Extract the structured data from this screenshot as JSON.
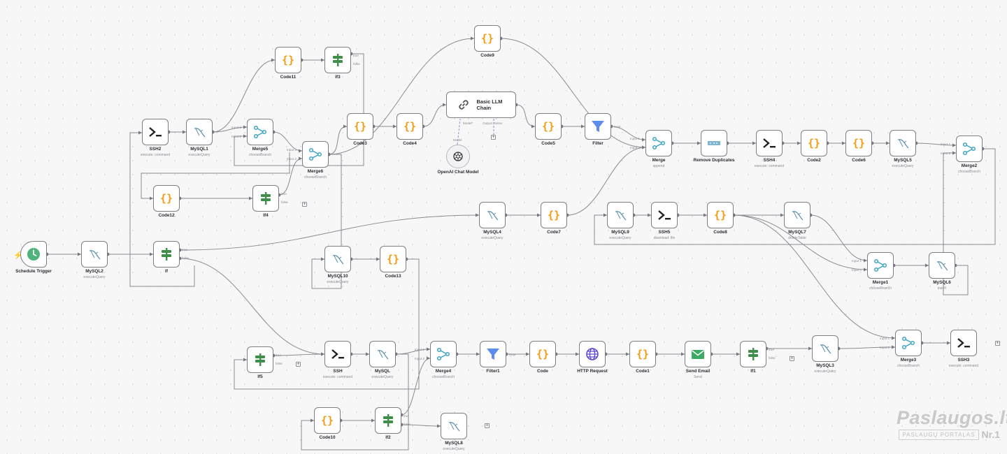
{
  "nodes": [
    {
      "id": "schedule",
      "label": "Schedule Trigger",
      "sub": "",
      "icon": "clock-icon"
    },
    {
      "id": "mysql2",
      "label": "MySQL2",
      "sub": "executeQuery",
      "icon": "mysql-dolphin-icon"
    },
    {
      "id": "if",
      "label": "If",
      "sub": "",
      "icon": "signpost-icon"
    },
    {
      "id": "ssh2",
      "label": "SSH2",
      "sub": "execute: command",
      "icon": "terminal-icon"
    },
    {
      "id": "mysql1",
      "label": "MySQL1",
      "sub": "executeQuery",
      "icon": "mysql-dolphin-icon"
    },
    {
      "id": "merge5",
      "label": "Merge5",
      "sub": "chooseBranch",
      "icon": "merge-icon"
    },
    {
      "id": "code11",
      "label": "Code11",
      "sub": "",
      "icon": "code-braces-icon"
    },
    {
      "id": "if3",
      "label": "If3",
      "sub": "",
      "icon": "signpost-icon"
    },
    {
      "id": "merge6",
      "label": "Merge6",
      "sub": "chooseBranch",
      "icon": "merge-icon"
    },
    {
      "id": "code12",
      "label": "Code12",
      "sub": "",
      "icon": "code-braces-icon"
    },
    {
      "id": "if4",
      "label": "If4",
      "sub": "",
      "icon": "signpost-icon"
    },
    {
      "id": "code3",
      "label": "Code3",
      "sub": "",
      "icon": "code-braces-icon"
    },
    {
      "id": "code4",
      "label": "Code4",
      "sub": "",
      "icon": "code-braces-icon"
    },
    {
      "id": "code9",
      "label": "Code9",
      "sub": "",
      "icon": "code-braces-icon"
    },
    {
      "id": "llm",
      "label": "Basic LLM Chain",
      "sub": "",
      "icon": "chain-link-icon"
    },
    {
      "id": "openai",
      "label": "OpenAI Chat Model",
      "sub": "",
      "icon": "openai-icon"
    },
    {
      "id": "code5",
      "label": "Code5",
      "sub": "",
      "icon": "code-braces-icon"
    },
    {
      "id": "filter",
      "label": "Filter",
      "sub": "",
      "icon": "funnel-icon"
    },
    {
      "id": "merge",
      "label": "Merge",
      "sub": "append",
      "icon": "merge-icon"
    },
    {
      "id": "removedup",
      "label": "Remove Duplicates",
      "sub": "",
      "icon": "remove-duplicates-icon"
    },
    {
      "id": "ssh4",
      "label": "SSH4",
      "sub": "execute: command",
      "icon": "terminal-icon"
    },
    {
      "id": "code2",
      "label": "Code2",
      "sub": "",
      "icon": "code-braces-icon"
    },
    {
      "id": "code6",
      "label": "Code6",
      "sub": "",
      "icon": "code-braces-icon"
    },
    {
      "id": "mysql5",
      "label": "MySQL5",
      "sub": "executeQuery",
      "icon": "mysql-dolphin-icon"
    },
    {
      "id": "merge2",
      "label": "Merge2",
      "sub": "chooseBranch",
      "icon": "merge-icon"
    },
    {
      "id": "mysql4",
      "label": "MySQL4",
      "sub": "executeQuery",
      "icon": "mysql-dolphin-icon"
    },
    {
      "id": "code7",
      "label": "Code7",
      "sub": "",
      "icon": "code-braces-icon"
    },
    {
      "id": "mysql9",
      "label": "MySQL9",
      "sub": "executeQuery",
      "icon": "mysql-dolphin-icon"
    },
    {
      "id": "ssh5",
      "label": "SSH5",
      "sub": "download: file",
      "icon": "terminal-icon"
    },
    {
      "id": "code8",
      "label": "Code8",
      "sub": "",
      "icon": "code-braces-icon"
    },
    {
      "id": "mysql7",
      "label": "MySQL7",
      "sub": "deleteTable",
      "icon": "mysql-dolphin-icon"
    },
    {
      "id": "merge1",
      "label": "Merge1",
      "sub": "chooseBranch",
      "icon": "merge-icon"
    },
    {
      "id": "mysql6",
      "label": "MySQL6",
      "sub": "insert",
      "icon": "mysql-dolphin-icon"
    },
    {
      "id": "mysql10",
      "label": "MySQL10",
      "sub": "executeQuery",
      "icon": "mysql-dolphin-icon"
    },
    {
      "id": "code13",
      "label": "Code13",
      "sub": "",
      "icon": "code-braces-icon"
    },
    {
      "id": "if5",
      "label": "If5",
      "sub": "",
      "icon": "signpost-icon"
    },
    {
      "id": "ssh",
      "label": "SSH",
      "sub": "execute: command",
      "icon": "terminal-icon"
    },
    {
      "id": "mysql",
      "label": "MySQL",
      "sub": "executeQuery",
      "icon": "mysql-dolphin-icon"
    },
    {
      "id": "merge4",
      "label": "Merge4",
      "sub": "chooseBranch",
      "icon": "merge-icon"
    },
    {
      "id": "filter1",
      "label": "Filter1",
      "sub": "",
      "icon": "funnel-icon"
    },
    {
      "id": "code",
      "label": "Code",
      "sub": "",
      "icon": "code-braces-icon"
    },
    {
      "id": "http",
      "label": "HTTP Request",
      "sub": "",
      "icon": "globe-icon"
    },
    {
      "id": "code1",
      "label": "Code1",
      "sub": "",
      "icon": "code-braces-icon"
    },
    {
      "id": "sendemail",
      "label": "Send Email",
      "sub": "Send",
      "icon": "envelope-icon"
    },
    {
      "id": "if1",
      "label": "If1",
      "sub": "",
      "icon": "signpost-icon"
    },
    {
      "id": "mysql3",
      "label": "MySQL3",
      "sub": "executeQuery",
      "icon": "mysql-dolphin-icon"
    },
    {
      "id": "merge3",
      "label": "Merge3",
      "sub": "chooseBranch",
      "icon": "merge-icon"
    },
    {
      "id": "ssh3",
      "label": "SSH3",
      "sub": "execute: command",
      "icon": "terminal-icon"
    },
    {
      "id": "code10",
      "label": "Code10",
      "sub": "",
      "icon": "code-braces-icon"
    },
    {
      "id": "if2",
      "label": "If2",
      "sub": "",
      "icon": "signpost-icon"
    },
    {
      "id": "mysql8",
      "label": "MySQL8",
      "sub": "executeQuery",
      "icon": "mysql-dolphin-icon"
    }
  ],
  "port_labels": {
    "true": "true",
    "false": "false",
    "input1": "Input 1",
    "input2": "Input 2",
    "kept": "Kept",
    "model": "Model",
    "model_required": "Model*",
    "output_parser": "Output Parser"
  },
  "watermark": {
    "brand": "Paslaugos.lt",
    "subtitle": "PASLAUGŲ PORTALAS",
    "rank": "Nr.1"
  },
  "colors": {
    "canvas_bg": "#f7f7f8",
    "node_border": "#7e7e86",
    "edge": "#8a8a92",
    "code_orange": "#f39c12",
    "if_green": "#3f8f4a",
    "merge_teal": "#3fa6c2",
    "filter_blue": "#5b8def",
    "http_indigo": "#5c4bd1",
    "email_green": "#3aaa64",
    "trigger_green": "#4fb37c",
    "llm_purple": "#7b61b8"
  }
}
